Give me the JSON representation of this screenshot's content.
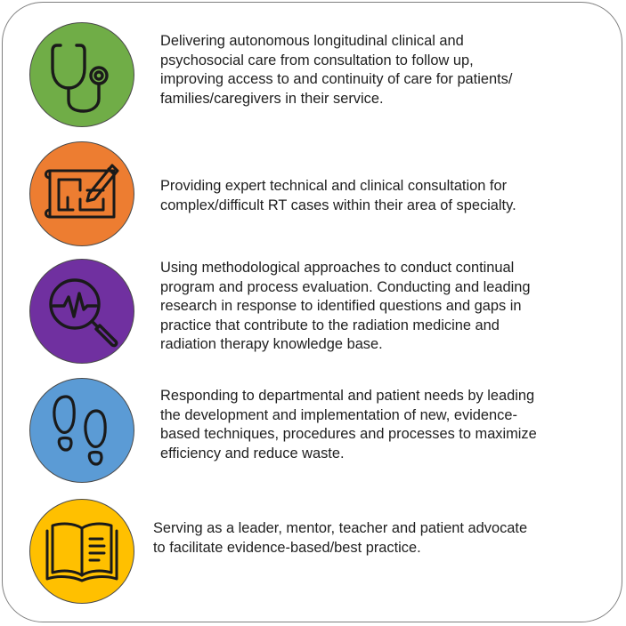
{
  "items": [
    {
      "icon": "stethoscope-icon",
      "color": "#70ad47",
      "lines": [
        "Delivering autonomous longitudinal clinical and",
        "psychosocial care from consultation to follow up,",
        "improving access to and continuity of care for patients/",
        "families/caregivers in their service."
      ]
    },
    {
      "icon": "blueprint-pencil-icon",
      "color": "#ed7d31",
      "lines": [
        "Providing expert technical and clinical consultation for",
        "complex/difficult RT cases within their area of specialty."
      ]
    },
    {
      "icon": "magnifier-pulse-icon",
      "color": "#7030a0",
      "lines": [
        "Using methodological approaches to conduct continual",
        "program and process evaluation.  Conducting and leading",
        "research in response to identified questions and gaps in",
        "practice that contribute to the radiation medicine and",
        "radiation therapy knowledge base."
      ]
    },
    {
      "icon": "footprints-icon",
      "color": "#5b9bd5",
      "lines": [
        "Responding to departmental and patient needs by leading",
        "the development and implementation of new, evidence-",
        "based techniques, procedures and processes to maximize",
        "efficiency and reduce waste."
      ]
    },
    {
      "icon": "open-book-icon",
      "color": "#ffc000",
      "lines": [
        "Serving as a leader, mentor, teacher and patient advocate",
        "to facilitate evidence-based/best practice."
      ]
    }
  ]
}
